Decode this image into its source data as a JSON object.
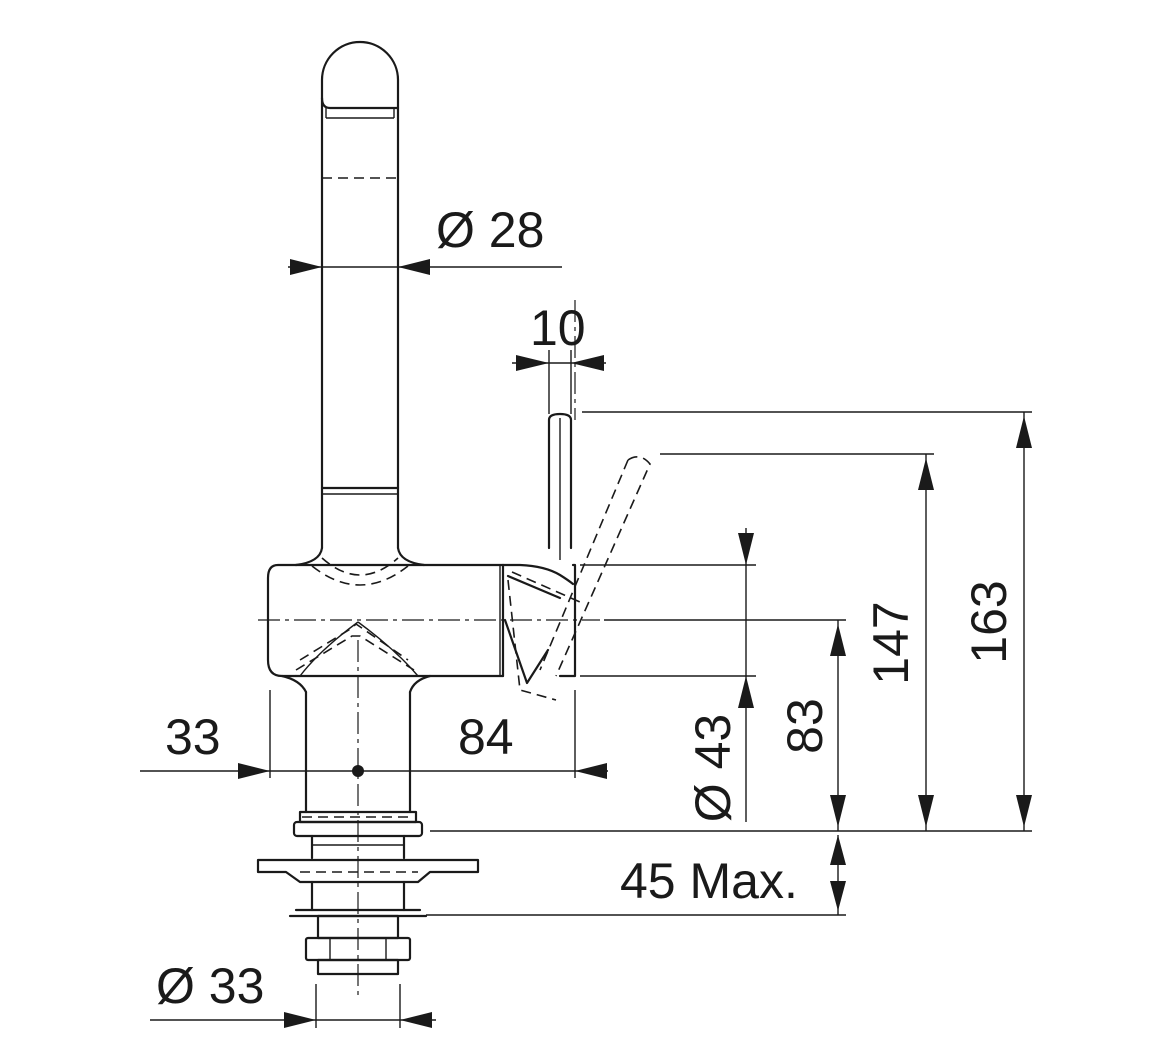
{
  "drawing": {
    "ink_color": "#1a1a1a",
    "background": "#ffffff"
  },
  "dimensions": {
    "spout_diameter": "Ø 28",
    "lever_width": "10",
    "total_height": "163",
    "lever_height": "147",
    "body_diameter": "Ø 43",
    "body_height": "83",
    "reach_back": "33",
    "reach_front": "84",
    "counter_thickness": "45 Max.",
    "shank_diameter": "Ø 33"
  }
}
